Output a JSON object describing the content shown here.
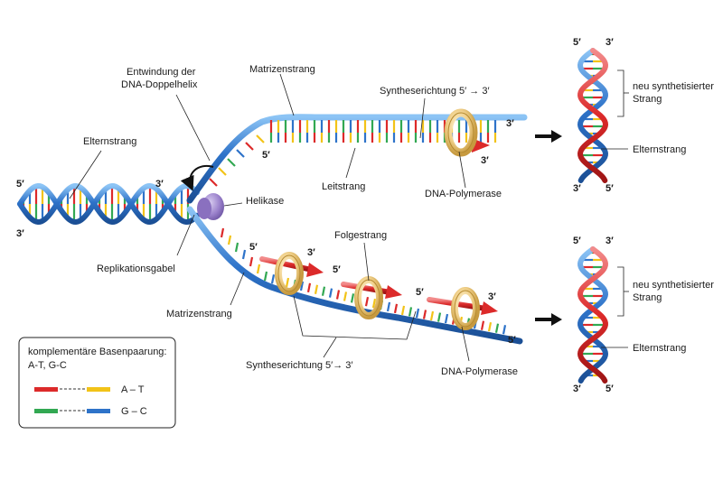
{
  "colors": {
    "blue": "#2e73c9",
    "blue_light": "#6fb0ee",
    "red": "#dc2a2a",
    "yellow": "#f2c318",
    "green": "#32a852",
    "enzyme": "#f0d08a",
    "helicase": "#9b82cc"
  },
  "labels": {
    "entwindung_line1": "Entwindung der",
    "entwindung_line2": "DNA-Doppelhelix",
    "elternstrang": "Elternstrang",
    "matrizenstrang_top": "Matrizenstrang",
    "syntheserichtung_top": "Syntheserichtung 5′ → 3′",
    "leitstrang": "Leitstrang",
    "dna_polymerase_top": "DNA-Polymerase",
    "helikase": "Helikase",
    "replikationsgabel": "Replikationsgabel",
    "folgestrang": "Folgestrang",
    "matrizenstrang_bottom": "Matrizenstrang",
    "syntheserichtung_bottom": "Syntheserichtung 5′→ 3′",
    "dna_polymerase_bottom": "DNA-Polymerase"
  },
  "ends": {
    "five": "5′",
    "three": "3′"
  },
  "right_helix_top": {
    "new_strand_line1": "neu synthetisierter",
    "new_strand_line2": "Strang",
    "parent_strand": "Elternstrang"
  },
  "right_helix_bottom": {
    "new_strand_line1": "neu synthetisierter",
    "new_strand_line2": "Strang",
    "parent_strand": "Elternstrang"
  },
  "legend": {
    "title_line1": "komplementäre Basenpaarung:",
    "title_line2": "A-T, G-C",
    "pair1": "A – T",
    "pair2": "G – C"
  }
}
